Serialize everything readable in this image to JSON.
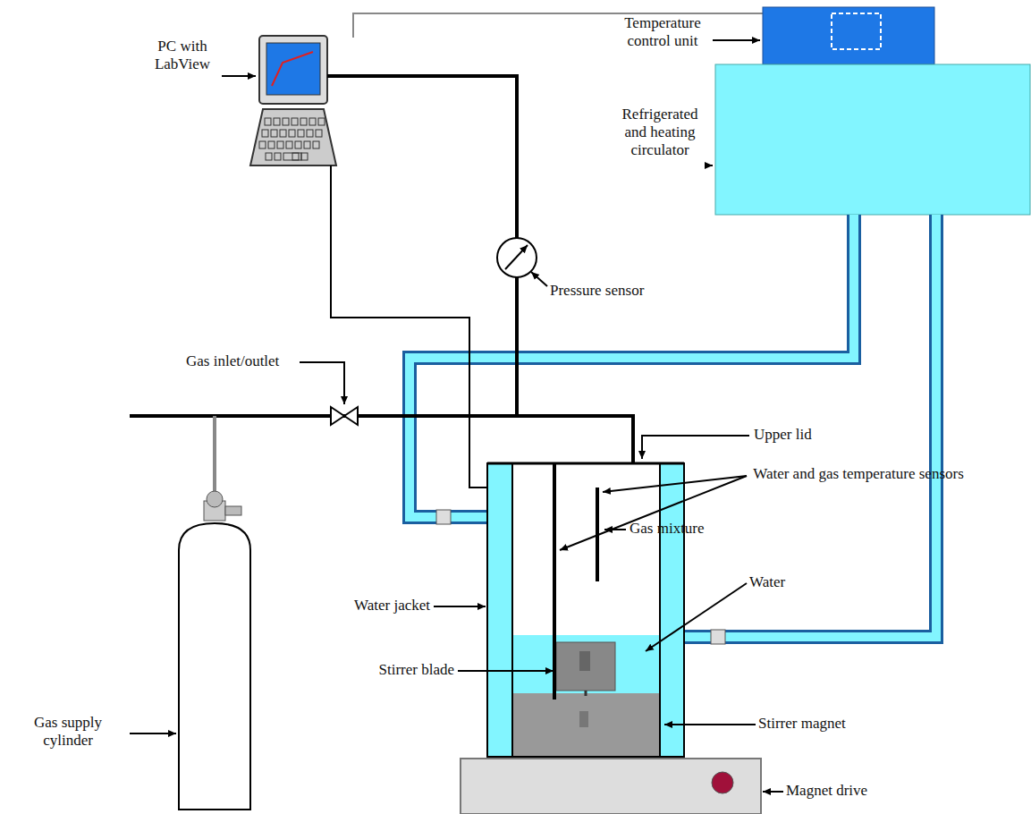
{
  "diagram": {
    "labels": [
      "PC with LabView",
      "Temperature control unit",
      "Refrigerated and heating circulator",
      "Pressure sensor",
      "Gas inlet/outlet",
      "Upper lid",
      "Water and gas temperature sensors",
      "Gas mixture",
      "Water jacket",
      "Water",
      "Gas supply cylinder",
      "Stirrer blade",
      "Stirrer magnet",
      "Magnet drive"
    ]
  }
}
